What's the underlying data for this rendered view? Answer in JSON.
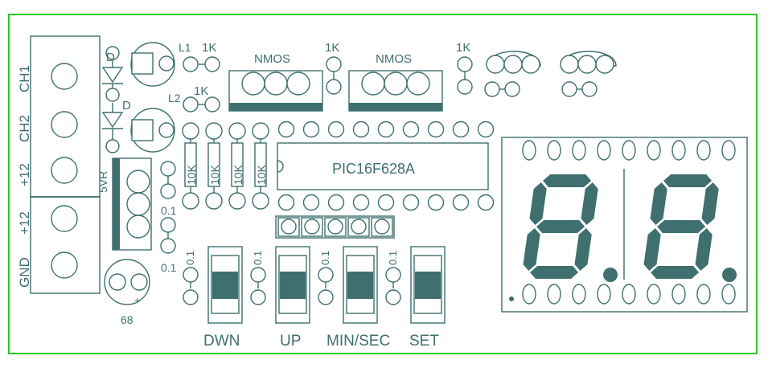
{
  "colors": {
    "trace": "#3f6f6f",
    "border": "#22cc22",
    "background": "#ffffff"
  },
  "terminals": {
    "ch1": "CH1",
    "ch2": "CH2",
    "plus12_a": "+12",
    "plus12_b": "+12",
    "gnd": "GND"
  },
  "diodes": {
    "d1": "D",
    "d2": "D"
  },
  "inductors": {
    "l1": "L1",
    "l2": "L2"
  },
  "resistors": {
    "r1": "1K",
    "r2": "1K",
    "r3": "1K",
    "r4": "1K",
    "r_gate1": "10K",
    "r_gate2": "10K",
    "r_gate3": "10K",
    "r_gate4": "10K"
  },
  "transistors": {
    "q1": "NMOS",
    "q2": "NMOS"
  },
  "regulator": {
    "label": "5VR"
  },
  "capacitors": {
    "c_reg1": "0.1",
    "c_reg2": "0.1",
    "c_btn1": "0.1",
    "c_btn2": "0.1",
    "c_btn3": "0.1",
    "c_btn4": "0.1",
    "c_elec": "68",
    "c_elec_plus": "+"
  },
  "mcu": {
    "label": "PIC16F628A"
  },
  "buttons": [
    {
      "label": "DWN"
    },
    {
      "label": "UP"
    },
    {
      "label": "MIN/SEC"
    },
    {
      "label": "SET"
    }
  ]
}
